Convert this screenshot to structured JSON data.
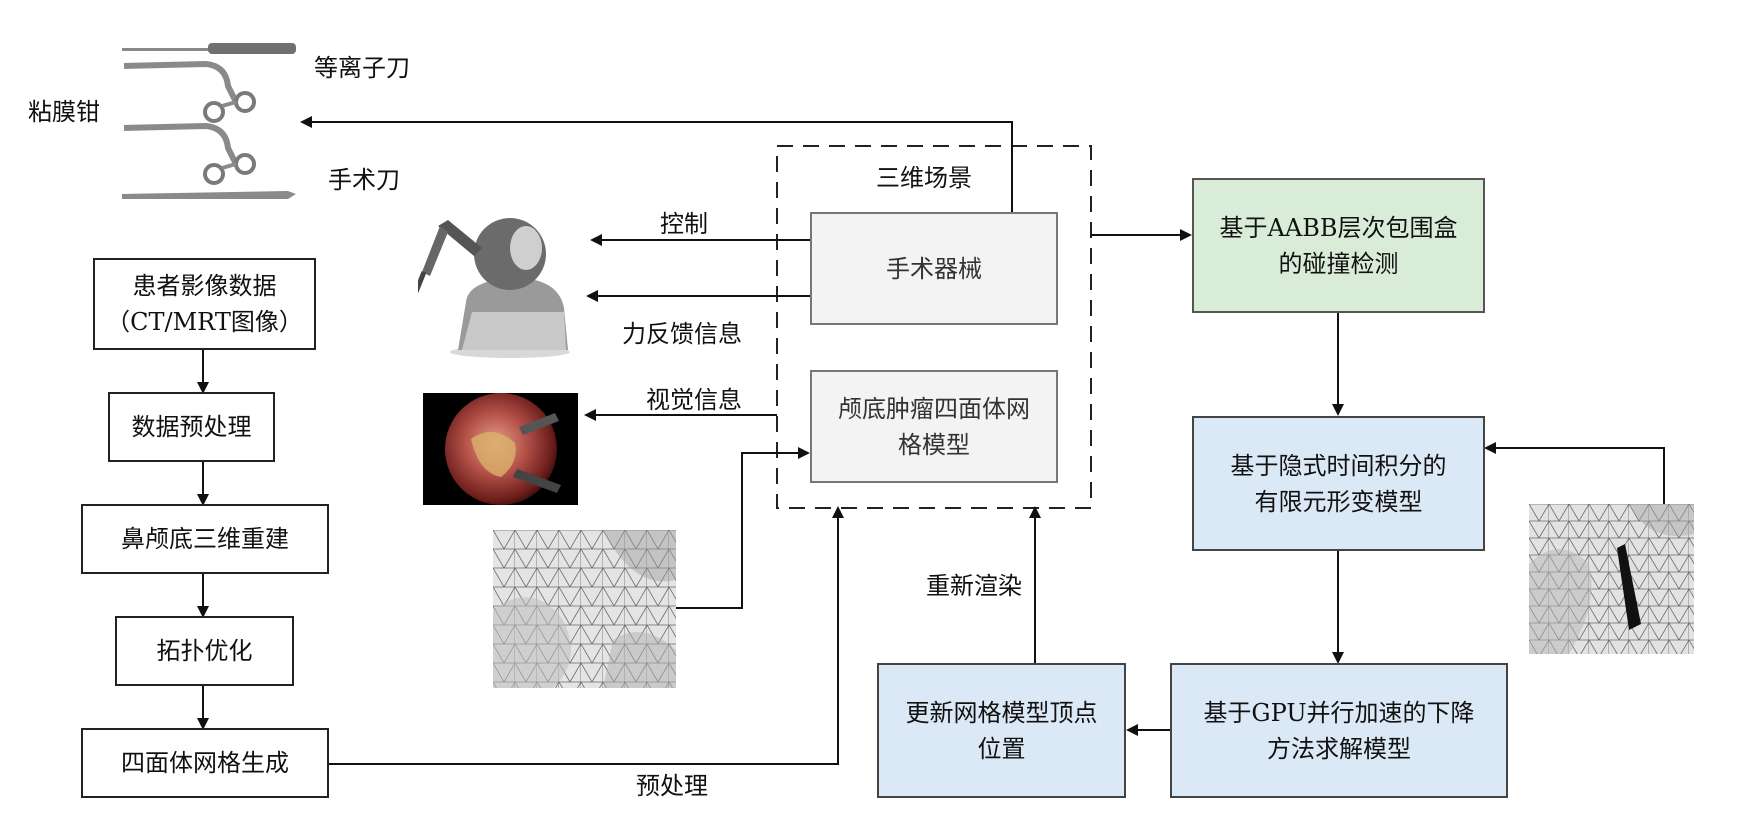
{
  "instruments": {
    "plasma_knife": "等离子刀",
    "forceps": "粘膜钳",
    "scalpel": "手术刀"
  },
  "pipeline": {
    "patient_data": "患者影像数据\n（CT/MRT图像）",
    "preprocess_data": "数据预处理",
    "reconstruction": "鼻颅底三维重建",
    "topology": "拓扑优化",
    "mesh_generation": "四面体网格生成"
  },
  "scene": {
    "title": "三维场景",
    "surgical_instrument": "手术器械",
    "tumor_model": "颅底肿瘤四面体网\n格模型"
  },
  "simulation": {
    "collision": "基于AABB层次包围盒\n的碰撞检测",
    "fem": "基于隐式时间积分的\n有限元形变模型",
    "gpu_solver": "基于GPU并行加速的下降\n方法求解模型",
    "update_vertices": "更新网格模型顶点\n位置"
  },
  "edge_labels": {
    "control": "控制",
    "force_feedback": "力反馈信息",
    "visual_info": "视觉信息",
    "rerender": "重新渲染",
    "preprocessing": "预处理"
  },
  "colors": {
    "green_box": "#d9ecd8",
    "blue_box": "#dbe8f6",
    "gray_box": "#f3f3f3"
  }
}
